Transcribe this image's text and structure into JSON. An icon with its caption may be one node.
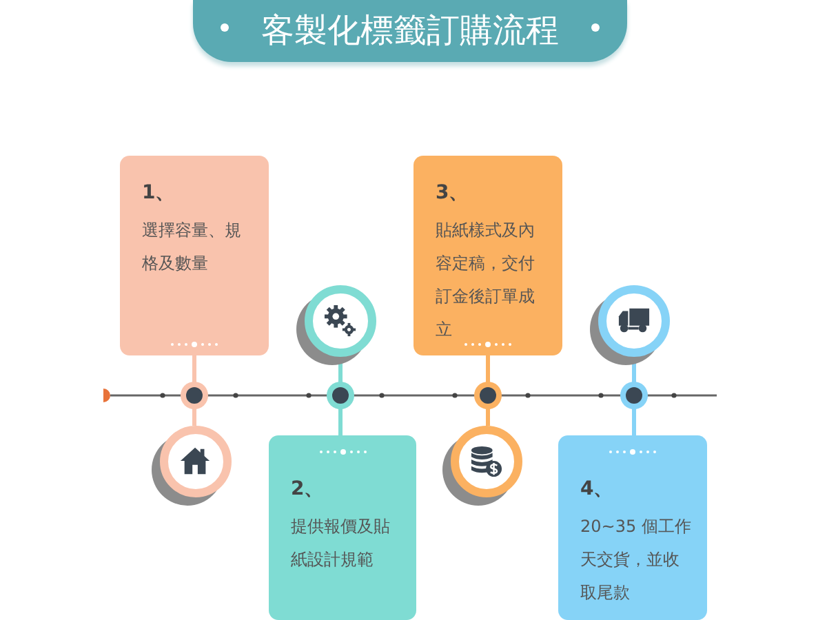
{
  "diagram": {
    "title": "客製化標籤訂購流程",
    "nodes": [
      {
        "text": [
          "1、",
          "選擇容量、規格及數量"
        ]
      },
      {
        "text": [],
        "shape": "circle"
      },
      {
        "text": [
          "3、",
          "貼紙樣式及內容定稿，交付訂金後訂單成立"
        ]
      },
      {
        "text": [],
        "shape": "circle"
      },
      {
        "text": [],
        "shape": "circle"
      },
      {
        "text": [
          "2、",
          "提供報價及貼紙設計規範"
        ]
      },
      {
        "text": [],
        "shape": "circle"
      },
      {
        "text": [
          "4、",
          "20~35 個工作天交貨，並收取尾款"
        ]
      }
    ],
    "edges": [
      {
        "from": 0,
        "to": 4,
        "arrow": "none",
        "color": "#f9c3ad"
      },
      {
        "from": 1,
        "to": 5,
        "arrow": "none",
        "color": "#7fdcd3"
      },
      {
        "from": 2,
        "to": 6,
        "arrow": "none",
        "color": "#fbb161"
      },
      {
        "from": 3,
        "to": 7,
        "arrow": "none",
        "color": "#86d3f7"
      }
    ]
  }
}
